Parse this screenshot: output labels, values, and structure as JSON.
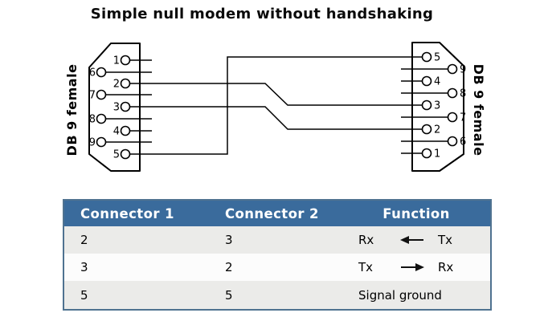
{
  "title": "Simple null modem without handshaking",
  "diagram": {
    "left_connector": {
      "label": "DB 9 female",
      "pins_top_to_bottom": [
        "1",
        "6",
        "2",
        "7",
        "3",
        "8",
        "4",
        "9",
        "5"
      ]
    },
    "right_connector": {
      "label": "DB 9 female",
      "pins_top_to_bottom": [
        "5",
        "9",
        "4",
        "8",
        "3",
        "7",
        "2",
        "6",
        "1"
      ]
    },
    "connections": [
      {
        "from_pin": "2",
        "to_pin": "3"
      },
      {
        "from_pin": "3",
        "to_pin": "2"
      },
      {
        "from_pin": "5",
        "to_pin": "5"
      }
    ]
  },
  "table": {
    "headers": [
      "Connector 1",
      "Connector 2",
      "Function"
    ],
    "rows": [
      {
        "connector1": "2",
        "connector2": "3",
        "function_left": "Rx",
        "function_arrow": "left",
        "function_right": "Tx"
      },
      {
        "connector1": "3",
        "connector2": "2",
        "function_left": "Tx",
        "function_arrow": "right",
        "function_right": "Rx"
      },
      {
        "connector1": "5",
        "connector2": "5",
        "function_text": "Signal ground"
      }
    ]
  },
  "colors": {
    "header_bg": "#3A6B9C",
    "header_text": "#FFFFFF",
    "row_gray": "#EBEBE9",
    "row_white": "#FCFCFC",
    "table_border": "#4F7290",
    "line": "#000000"
  }
}
